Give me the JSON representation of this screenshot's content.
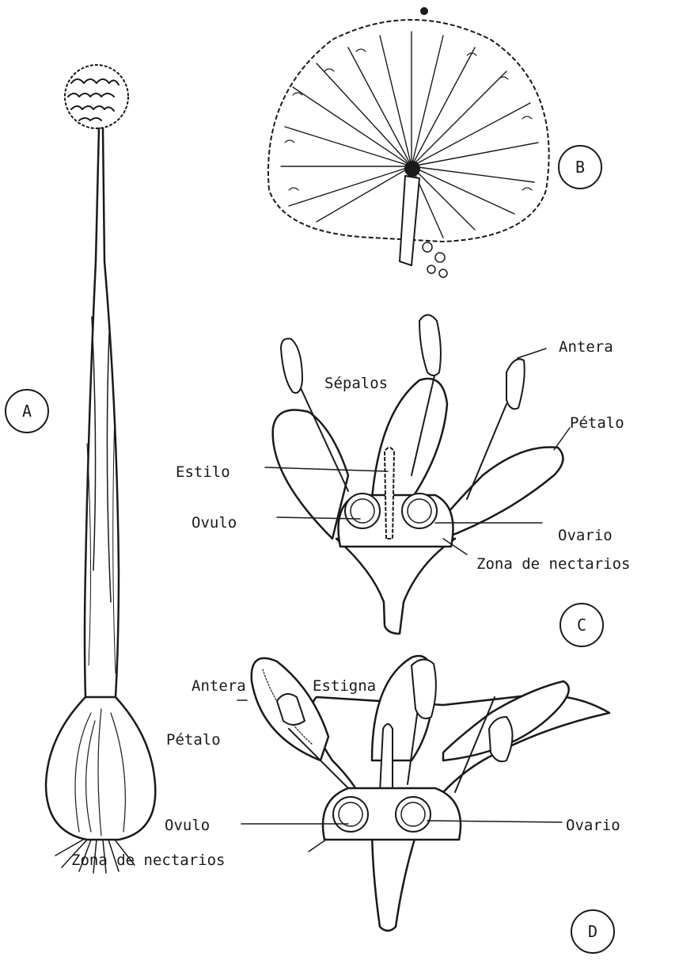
{
  "panels": {
    "a": {
      "letter": "A"
    },
    "b": {
      "letter": "B"
    },
    "c": {
      "letter": "C",
      "antera": "Antera",
      "sepalos": "Sépalos",
      "petalo": "Pétalo",
      "estilo": "Estilo",
      "ovulo": "Ovulo",
      "ovario": "Ovario",
      "zona": "Zona de nectarios"
    },
    "d": {
      "letter": "D",
      "antera": "Antera",
      "estigna": "Estigna",
      "petalo": "Pétalo",
      "ovulo": "Ovulo",
      "ovario": "Ovario",
      "zona": "Zona de nectarios"
    }
  }
}
